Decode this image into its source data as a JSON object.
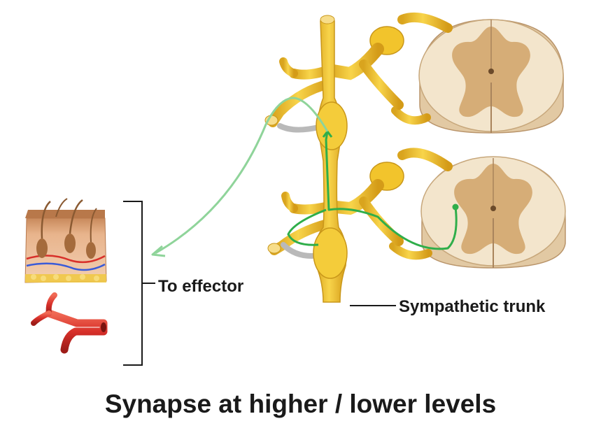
{
  "labels": {
    "effector": "To effector",
    "sympathetic_trunk": "Sympathetic trunk"
  },
  "caption": "Synapse at higher / lower levels",
  "colors": {
    "nerve_yellow": "#f2c42c",
    "nerve_yellow_dark": "#c9971a",
    "grey_ramus": "#b9b9b9",
    "neuron_pathway": "#2fae4a",
    "postganglionic_path": "#8fd49a",
    "cord_white_matter": "#f3e5cc",
    "cord_gray_matter": "#d6ad77",
    "artery_red": "#d8302a"
  },
  "icons": [
    "skin-block-illustration",
    "blood-vessel-illustration",
    "spinal-cord-section-upper",
    "spinal-cord-section-lower"
  ]
}
